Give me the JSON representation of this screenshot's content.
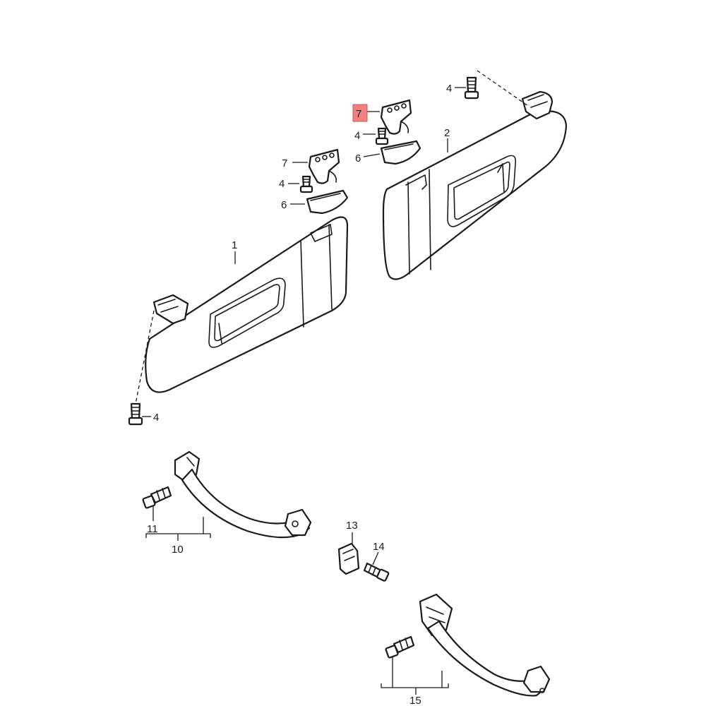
{
  "diagram": {
    "highlight_color": "#f08080",
    "callouts": [
      {
        "id": "c1",
        "label": "1"
      },
      {
        "id": "c2",
        "label": "2"
      },
      {
        "id": "c4a",
        "label": "4"
      },
      {
        "id": "c4b",
        "label": "4"
      },
      {
        "id": "c4c",
        "label": "4"
      },
      {
        "id": "c4d",
        "label": "4"
      },
      {
        "id": "c6a",
        "label": "6"
      },
      {
        "id": "c6b",
        "label": "6"
      },
      {
        "id": "c7a",
        "label": "7",
        "highlighted": true
      },
      {
        "id": "c7b",
        "label": "7"
      },
      {
        "id": "c10",
        "label": "10"
      },
      {
        "id": "c11",
        "label": "11"
      },
      {
        "id": "c13",
        "label": "13"
      },
      {
        "id": "c14",
        "label": "14"
      },
      {
        "id": "c15",
        "label": "15"
      }
    ]
  }
}
